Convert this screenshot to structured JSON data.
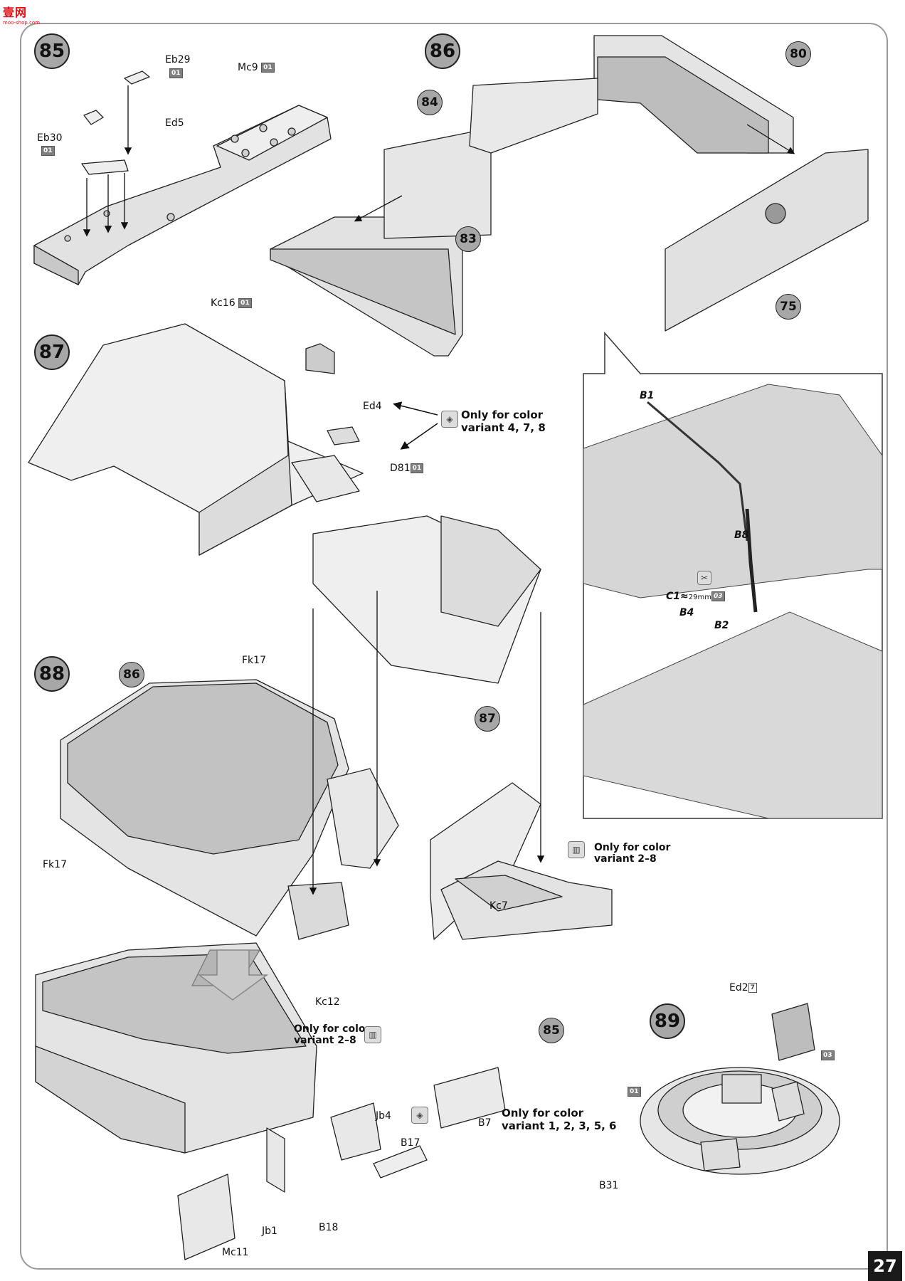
{
  "logo": {
    "title": "壹网",
    "subtitle": "moo-shop.com"
  },
  "page_number": "27",
  "steps": {
    "s85": "85",
    "s86": "86",
    "s87": "87",
    "s88": "88",
    "s89": "89"
  },
  "refs": {
    "r80": "80",
    "r84": "84",
    "r83": "83",
    "r75": "75",
    "r86": "86",
    "r87": "87",
    "r85": "85"
  },
  "parts": {
    "eb29": "Eb29",
    "mc9": "Mc9",
    "ed5": "Ed5",
    "eb30": "Eb30",
    "kc16": "Kc16",
    "ed4": "Ed4",
    "d81": "D81",
    "fk17_top": "Fk17",
    "fk17_left": "Fk17",
    "kc7": "Kc7",
    "kc12": "Kc12",
    "jb4": "Jb4",
    "b17": "B17",
    "jb1": "Jb1",
    "b18": "B18",
    "mc11": "Mc11",
    "b7": "B7",
    "ed2": "Ed2",
    "b31": "B31"
  },
  "color_tags": {
    "t01": "01",
    "t03": "03",
    "t7": "7"
  },
  "detail_labels": {
    "b1": "B1",
    "b8": "B8",
    "c1": "C1≈",
    "c1_len": "29mm",
    "b4": "B4",
    "b2": "B2"
  },
  "notes": {
    "variant_478_l1": "Only for color",
    "variant_478_l2": "variant 4, 7, 8",
    "variant_28a_l1": "Only for color",
    "variant_28a_l2": "variant 2–8",
    "variant_28b_l1": "Only for color",
    "variant_28b_l2": "variant 2–8",
    "variant_12356_l1": "Only for color",
    "variant_12356_l2": "variant 1, 2, 3, 5, 6"
  },
  "icons": {
    "variant_a": "variant-icon-a",
    "variant_b": "variant-icon-b",
    "cut_icon": "scissors-icon"
  },
  "colors": {
    "callout_fill": "#a7a7a7",
    "part_fill": "#d8d8d8",
    "tag_fill": "#7f7f7f",
    "frame": "#9a9a9a"
  }
}
